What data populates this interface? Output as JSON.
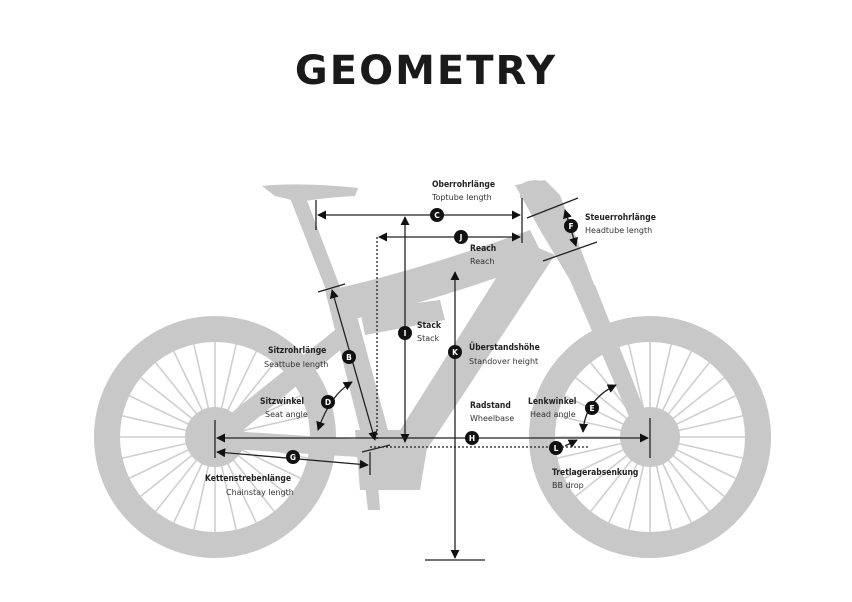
{
  "title": "GEOMETRY",
  "colors": {
    "bike": "#c8c8c8",
    "lines": "#222222"
  },
  "measurements": [
    {
      "key": "C",
      "de": "Oberrohrlänge",
      "en": "Toptube length"
    },
    {
      "key": "J",
      "de": "Reach",
      "en": "Reach"
    },
    {
      "key": "F",
      "de": "Steuerrohrlänge",
      "en": "Headtube length"
    },
    {
      "key": "I",
      "de": "Stack",
      "en": "Stack"
    },
    {
      "key": "K",
      "de": "Überstandshöhe",
      "en": "Standover height"
    },
    {
      "key": "B",
      "de": "Sitzrohrlänge",
      "en": "Seattube length"
    },
    {
      "key": "D",
      "de": "Sitzwinkel",
      "en": "Seat angle"
    },
    {
      "key": "H",
      "de": "Radstand",
      "en": "Wheelbase"
    },
    {
      "key": "E",
      "de": "Lenkwinkel",
      "en": "Head angle"
    },
    {
      "key": "L",
      "de": "Tretlagerabsenkung",
      "en": "BB drop"
    },
    {
      "key": "G",
      "de": "Kettenstrebenlänge",
      "en": "Chainstay length"
    }
  ]
}
